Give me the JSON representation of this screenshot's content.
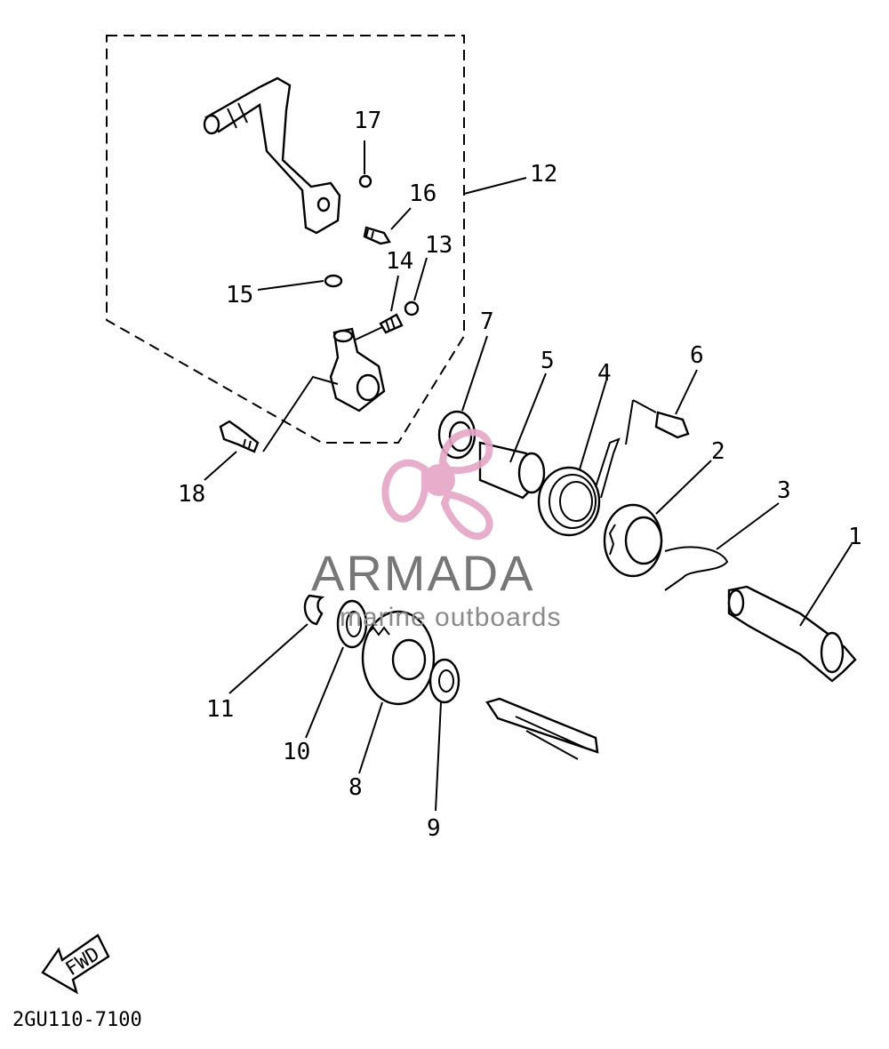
{
  "diagram": {
    "code": "2GU110-7100",
    "fwd_label": "FWD",
    "callouts": [
      "1",
      "2",
      "3",
      "4",
      "5",
      "6",
      "7",
      "8",
      "9",
      "10",
      "11",
      "12",
      "13",
      "14",
      "15",
      "16",
      "17",
      "18"
    ]
  },
  "watermark": {
    "brand": "ARMADA",
    "tagline": "marine outboards",
    "color_primary": "#e6a5c6",
    "color_text": "#7a7a7a"
  }
}
